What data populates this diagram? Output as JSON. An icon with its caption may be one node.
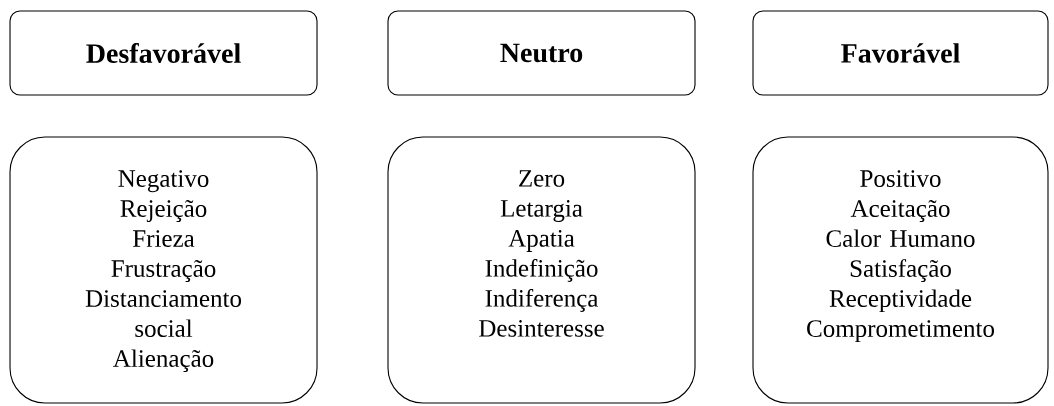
{
  "diagram": {
    "nodes": [
      {
        "text": [
          "Desfavorável"
        ]
      },
      {
        "text": [
          "Neutro"
        ]
      },
      {
        "text": [
          "Favorável"
        ]
      },
      {
        "text": [
          "Negativo",
          "Rejeição",
          "Frieza",
          "Frustração",
          "Distanciamento social",
          "Alienação"
        ]
      },
      {
        "text": [
          "Zero",
          "Letargia",
          "Apatia",
          "Indefinição",
          "Indiferença",
          "Desinteresse"
        ]
      },
      {
        "text": [
          "Positivo",
          "Aceitação",
          "Calor Humano",
          "Satisfação",
          "Receptividade",
          "Comprometimento"
        ]
      }
    ]
  }
}
